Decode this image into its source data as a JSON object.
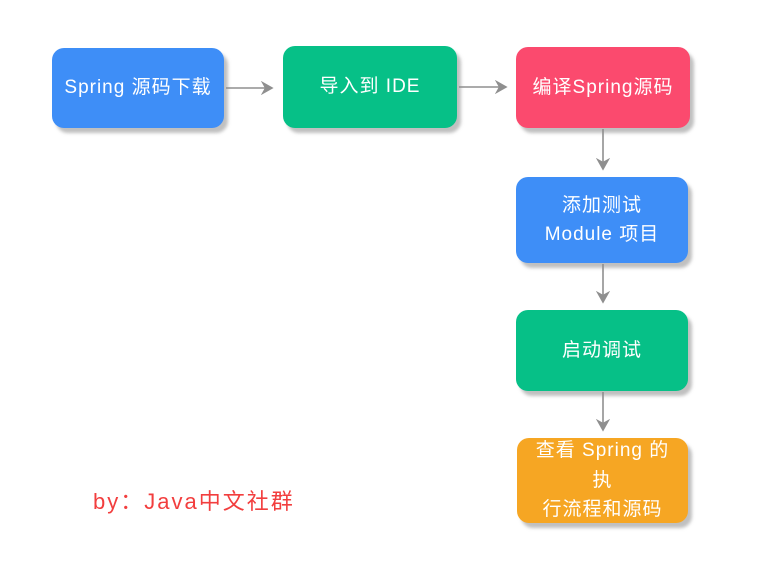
{
  "canvas": {
    "background_color": "#ffffff"
  },
  "flowchart": {
    "arrow_color": "#8f8f8f",
    "nodes": [
      {
        "id": "spring-source-download",
        "label": "Spring 源码下载",
        "color": "#3e8ef7",
        "text_color": "#ffffff"
      },
      {
        "id": "import-to-ide",
        "label": "导入到 IDE",
        "color": "#06c087",
        "text_color": "#ffffff"
      },
      {
        "id": "compile-spring-source",
        "label": "编译Spring源码",
        "color": "#fb4a6e",
        "text_color": "#ffffff"
      },
      {
        "id": "add-test-module",
        "label": "添加测试\nModule 项目",
        "color": "#3e8ef7",
        "text_color": "#ffffff"
      },
      {
        "id": "start-debug",
        "label": "启动调试",
        "color": "#06c087",
        "text_color": "#ffffff"
      },
      {
        "id": "view-spring-flow",
        "label": "查看 Spring 的执\n行流程和源码",
        "color": "#f6a623",
        "text_color": "#ffffff"
      }
    ],
    "connections": [
      {
        "from": "spring-source-download",
        "to": "import-to-ide"
      },
      {
        "from": "import-to-ide",
        "to": "compile-spring-source"
      },
      {
        "from": "compile-spring-source",
        "to": "add-test-module"
      },
      {
        "from": "add-test-module",
        "to": "start-debug"
      },
      {
        "from": "start-debug",
        "to": "view-spring-flow"
      }
    ]
  },
  "credit": {
    "text": "by：Java中文社群",
    "color": "#f23e3e"
  }
}
